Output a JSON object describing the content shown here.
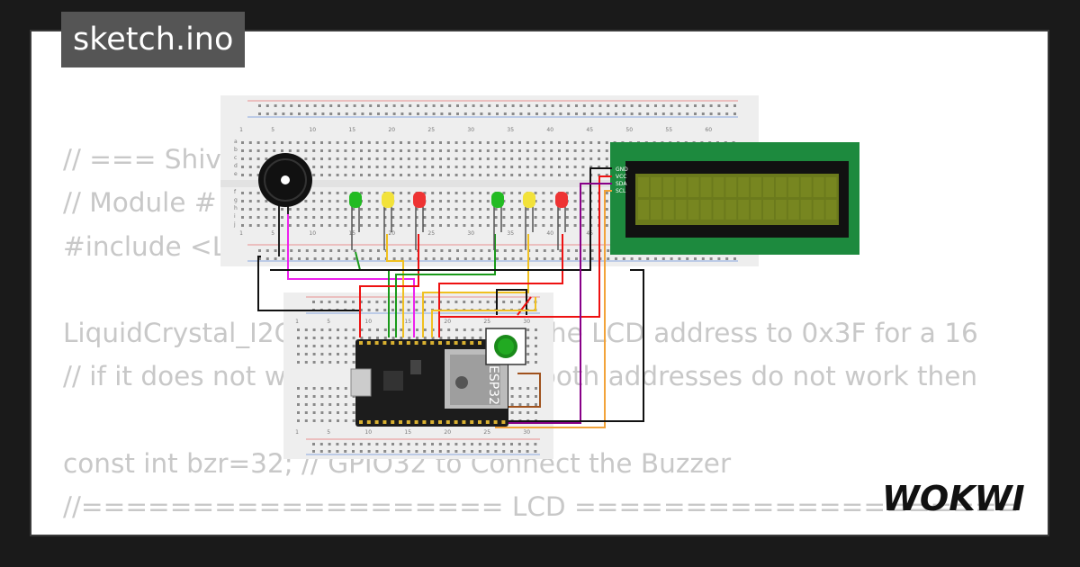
{
  "title": "sketch.ino",
  "logo": "WOKWI",
  "code_lines": [
    "// === Shiva",
    "// Module #",
    "#include <Li",
    "",
    "LiquidCrystal_I2C                           t the LCD address to 0x3F for a 16",
    "// if it does not w                              both addresses do not work then",
    "",
    "const int bzr=32; // GPIO32 to Connect the Buzzer",
    "//=================== LCD ===================="
  ],
  "breadboard_numbers": [
    "1",
    "5",
    "10",
    "15",
    "20",
    "25",
    "30",
    "35",
    "40",
    "45",
    "50",
    "55",
    "60"
  ],
  "small_breadboard_numbers": [
    "1",
    "5",
    "10",
    "15",
    "20",
    "25",
    "30"
  ],
  "row_letters_top": [
    "a",
    "b",
    "c",
    "d",
    "e"
  ],
  "row_letters_bottom": [
    "f",
    "g",
    "h",
    "i",
    "j"
  ],
  "lcd_pins": [
    "GND",
    "VCC",
    "SDA",
    "SCL"
  ],
  "esp_label": "ESP32",
  "colors": {
    "wire_black": "#111111",
    "wire_red": "#ee1111",
    "wire_green": "#1a9a1a",
    "wire_yellow": "#f0c020",
    "wire_orange": "#f2a33a",
    "wire_magenta": "#ee22ee",
    "wire_purple": "#880088",
    "wire_brown": "#a0521d",
    "lcd_board": "#1d8a3e",
    "lcd_screen": "#6b7a1c",
    "breadboard": "#eeeeee",
    "esp_board": "#1c1c1c",
    "esp_module": "#bcbcbc"
  }
}
